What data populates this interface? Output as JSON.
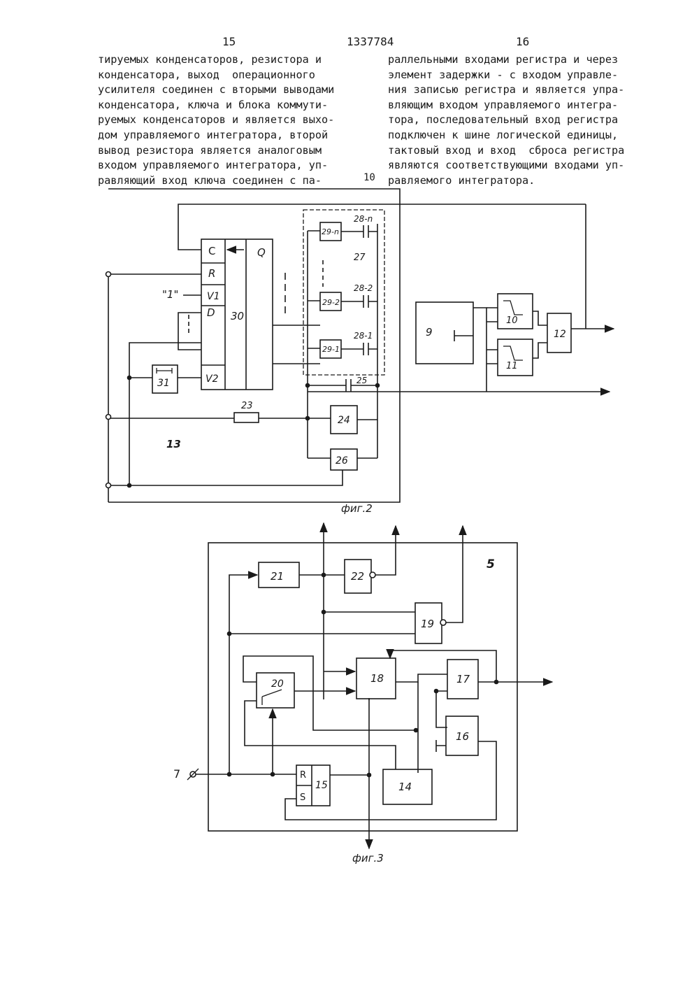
{
  "header": {
    "page_left": "15",
    "patent_number": "1337784",
    "page_right": "16",
    "line_number": "10"
  },
  "text": {
    "left_column": [
      "тируемых конденсаторов, резистора и",
      "конденсатора, выход  операционного",
      "усилителя соединен с вторыми выводами",
      "конденсатора, ключа и блока коммути-",
      "руемых конденсаторов и является выхо-",
      "дом управляемого интегратора, второй",
      "вывод резистора является аналоговым",
      "входом управляемого интегратора, уп-",
      "равляющий вход ключа соединен с па-"
    ],
    "right_column": [
      "раллельными входами регистра и через",
      "элемент задержки - с входом управле-",
      "ния записью регистра и является упра-",
      "вляющим входом управляемого интегра-",
      "тора, последовательный вход регистра",
      "подключен к шине логической единицы,",
      "тактовый вход и вход  сброса регистра",
      "являются соответствующими входами уп-",
      "равляемого интегратора."
    ]
  },
  "figure2": {
    "caption": "фиг.2",
    "register": {
      "number": "30",
      "pins": [
        "C",
        "R",
        "V1",
        "D",
        "V2"
      ],
      "output": "Q"
    },
    "blocks": {
      "b9": "9",
      "b10": "10",
      "b11": "11",
      "b12": "12",
      "b13": "13",
      "b23": "23",
      "b24": "24",
      "b25": "25",
      "b26": "26",
      "b27": "27",
      "b31": "31"
    },
    "switches": [
      "29-n",
      "29-2",
      "29-1"
    ],
    "capacitors": [
      "28-n",
      "28-2",
      "28-1"
    ],
    "logic_one": "\"1\""
  },
  "figure3": {
    "caption": "фиг.3",
    "block_label": "5",
    "input_label": "7",
    "blocks": {
      "b14": "14",
      "b15": "15",
      "b16": "16",
      "b17": "17",
      "b18": "18",
      "b19": "19",
      "b20": "20",
      "b21": "21",
      "b22": "22"
    },
    "trigger_pins": [
      "R",
      "S"
    ]
  }
}
